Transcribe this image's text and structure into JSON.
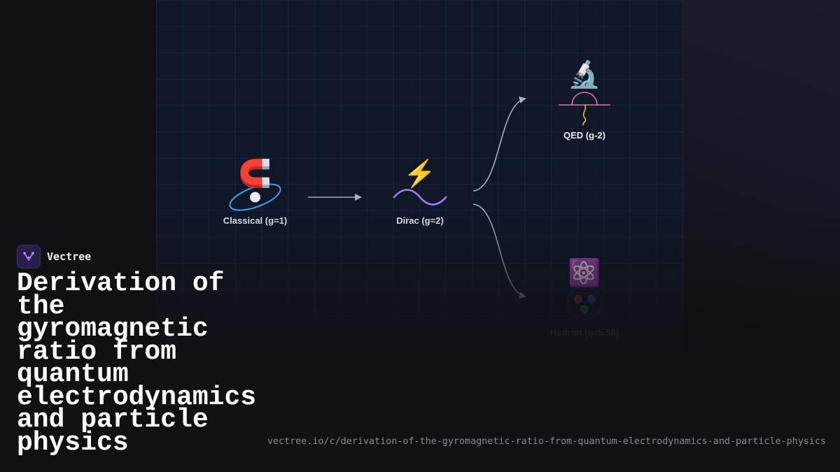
{
  "brand": {
    "name": "Vectree"
  },
  "title": "Derivation of the gyromagnetic ratio from quantum electrodynamics and particle physics",
  "url": "vectree.io/c/derivation-of-the-gyromagnetic-ratio-from-quantum-electrodynamics-and-particle-physics",
  "diagram": {
    "nodes": [
      {
        "id": "classical",
        "label": "Classical (g=1)",
        "emoji": "🧲",
        "icon": "magnet-icon"
      },
      {
        "id": "dirac",
        "label": "Dirac (g=2)",
        "emoji": "⚡",
        "icon": "lightning-icon"
      },
      {
        "id": "qed",
        "label": "QED (g-2)",
        "emoji": "🔬",
        "icon": "microscope-icon"
      },
      {
        "id": "hadron",
        "label": "Hadron (g≈5.58)",
        "emoji": "⚛️",
        "icon": "atom-icon"
      }
    ],
    "edges": [
      {
        "from": "classical",
        "to": "dirac"
      },
      {
        "from": "dirac",
        "to": "qed"
      },
      {
        "from": "dirac",
        "to": "hadron"
      }
    ]
  },
  "colors": {
    "panel": "#0f1729",
    "orbit": "#3aa7e8",
    "wave": "#a77bf0",
    "qed_arc": "#e070b0",
    "qed_wiggle": "#f0c040",
    "quark_red": "#c8383c",
    "quark_blue": "#3a60c0",
    "quark_green": "#2f9a4e",
    "arrow": "#a8b0c0"
  }
}
